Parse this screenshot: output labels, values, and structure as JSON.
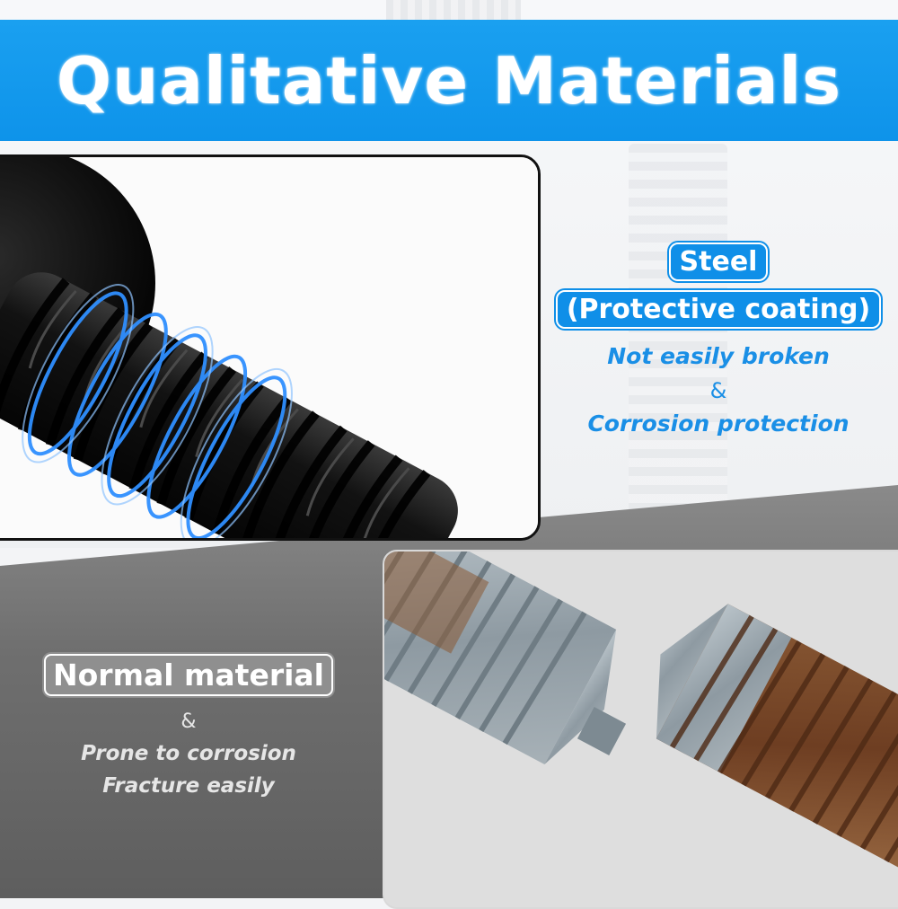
{
  "banner": {
    "title": "Qualitative Materials",
    "background_color": "#0e93ea"
  },
  "steel_panel": {
    "label": "Steel",
    "coating_label": "(Protective coating)",
    "feature_1": "Not easily broken",
    "ampersand": "&",
    "feature_2": "Corrosion protection",
    "accent_color": "#1a8fe6"
  },
  "normal_panel": {
    "label": "Normal material",
    "ampersand": "&",
    "drawback_1": "Prone to corrosion",
    "drawback_2": "Fracture easily",
    "accent_color": "#8f8f8f"
  },
  "images": {
    "top_photo": "black-threaded-bolt-icon",
    "bottom_photo": "rusted-broken-bolt-icon"
  }
}
